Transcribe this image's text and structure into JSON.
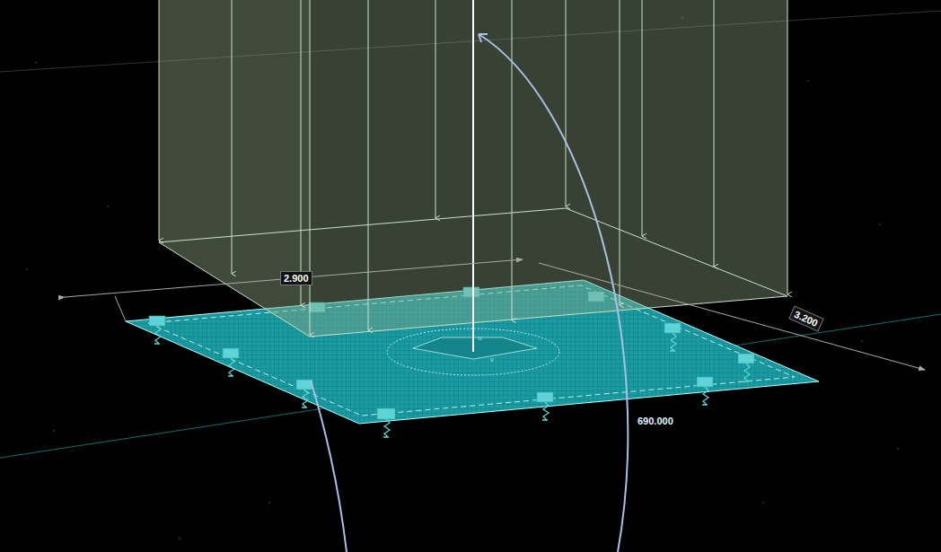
{
  "diagram": {
    "labels": [
      "2.900",
      "3.200",
      "690.000",
      "u",
      "v"
    ]
  }
}
